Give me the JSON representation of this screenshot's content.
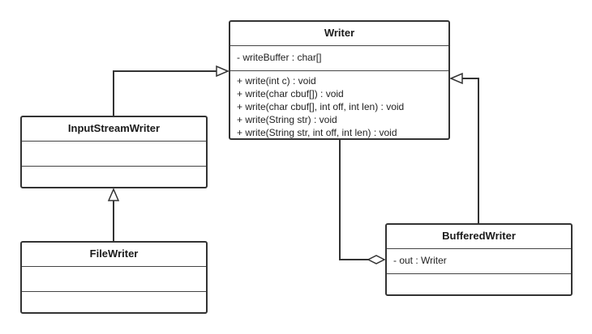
{
  "diagram": {
    "classes": {
      "writer": {
        "name": "Writer",
        "attributes": [
          "- writeBuffer : char[]"
        ],
        "operations": [
          "+ write(int c) : void",
          "+ write(char cbuf[]) : void",
          "+ write(char cbuf[], int off, int len) : void",
          "+ write(String str) : void",
          "+ write(String str, int off, int len) : void"
        ]
      },
      "input_stream_writer": {
        "name": "InputStreamWriter",
        "attributes": [],
        "operations": []
      },
      "file_writer": {
        "name": "FileWriter",
        "attributes": [],
        "operations": []
      },
      "buffered_writer": {
        "name": "BufferedWriter",
        "attributes": [
          "- out :  Writer"
        ],
        "operations": []
      }
    },
    "relationships": [
      {
        "type": "generalization",
        "from": "InputStreamWriter",
        "to": "Writer"
      },
      {
        "type": "generalization",
        "from": "FileWriter",
        "to": "InputStreamWriter"
      },
      {
        "type": "generalization",
        "from": "BufferedWriter",
        "to": "Writer"
      },
      {
        "type": "aggregation",
        "from": "Writer",
        "to": "BufferedWriter"
      }
    ]
  }
}
